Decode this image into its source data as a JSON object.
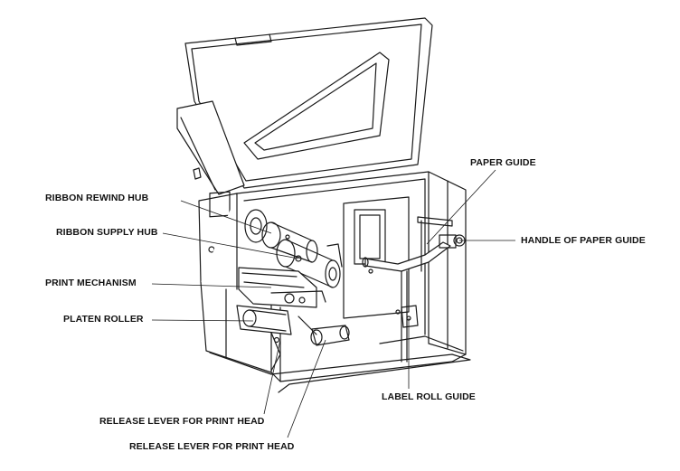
{
  "labels": {
    "paper_guide": "PAPER GUIDE",
    "ribbon_rewind_hub": "RIBBON REWIND HUB",
    "ribbon_supply_hub": "RIBBON SUPPLY HUB",
    "handle_of_paper_guide": "HANDLE OF PAPER GUIDE",
    "print_mechanism": "PRINT MECHANISM",
    "platen_roller": "PLATEN ROLLER",
    "label_roll_guide": "LABEL ROLL GUIDE",
    "release_lever_1": "RELEASE LEVER FOR PRINT HEAD",
    "release_lever_2": "RELEASE LEVER FOR PRINT HEAD"
  },
  "colors": {
    "line": "#1a1a1a",
    "background": "#ffffff"
  }
}
